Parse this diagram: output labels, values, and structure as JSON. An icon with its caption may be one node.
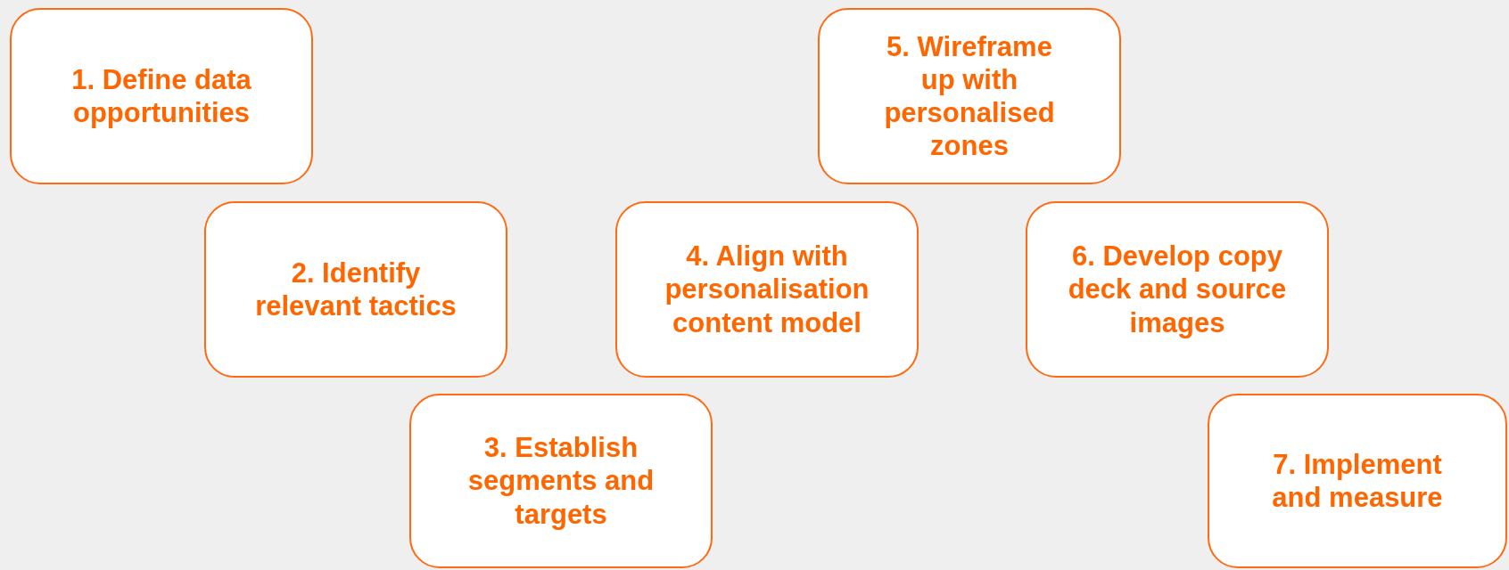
{
  "diagram": {
    "nodes": [
      {
        "text": [
          "1. Define data opportunities"
        ]
      },
      {
        "text": [
          "2. Identify relevant tactics"
        ]
      },
      {
        "text": [
          "3. Establish segments and targets"
        ]
      },
      {
        "text": [
          "4. Align with personalisation content model"
        ]
      },
      {
        "text": [
          "5. Wireframe up with personalised zones"
        ]
      },
      {
        "text": [
          "6. Develop copy deck and source images"
        ]
      },
      {
        "text": [
          "7. Implement and measure"
        ]
      }
    ],
    "edges": []
  }
}
